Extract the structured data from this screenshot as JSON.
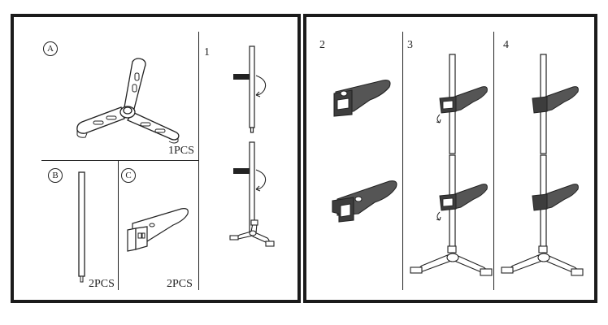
{
  "parts": {
    "a": {
      "letter": "A",
      "qty": "1PCS"
    },
    "b": {
      "letter": "B",
      "qty": "2PCS"
    },
    "c": {
      "letter": "C",
      "qty": "2PCS"
    }
  },
  "steps": [
    "1",
    "2",
    "3",
    "4"
  ],
  "colors": {
    "ink": "#222222",
    "bracket": "#555555",
    "bracket_shade": "#3d3d3d",
    "frame": "#1b1b1b"
  }
}
